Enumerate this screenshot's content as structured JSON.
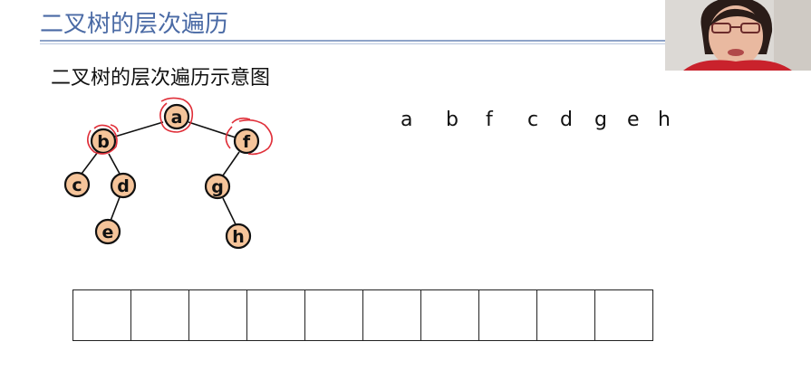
{
  "slide": {
    "title": "二叉树的层次遍历",
    "subtitle": "二叉树的层次遍历示意图"
  },
  "tree": {
    "nodes": [
      {
        "id": "a",
        "label": "a"
      },
      {
        "id": "b",
        "label": "b"
      },
      {
        "id": "f",
        "label": "f"
      },
      {
        "id": "c",
        "label": "c"
      },
      {
        "id": "d",
        "label": "d"
      },
      {
        "id": "g",
        "label": "g"
      },
      {
        "id": "e",
        "label": "e"
      },
      {
        "id": "h",
        "label": "h"
      }
    ],
    "edges": [
      [
        "a",
        "b"
      ],
      [
        "a",
        "f"
      ],
      [
        "b",
        "c"
      ],
      [
        "b",
        "d"
      ],
      [
        "d",
        "e"
      ],
      [
        "f",
        "g"
      ],
      [
        "g",
        "h"
      ]
    ],
    "highlighted": [
      "a",
      "b",
      "f"
    ],
    "node_fill": "#f5c49a",
    "annotation_color": "#e0303a"
  },
  "traversal_sequence": [
    "a",
    "b",
    "f",
    "c",
    "d",
    "g",
    "e",
    "h"
  ],
  "queue_cells": [
    "",
    "",
    "",
    "",
    "",
    "",
    "",
    "",
    "",
    ""
  ]
}
